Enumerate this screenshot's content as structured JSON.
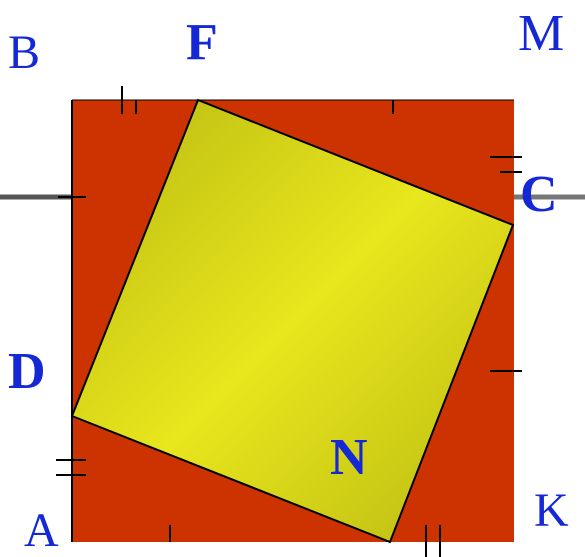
{
  "diagram": {
    "labels": {
      "B": "B",
      "F": "F",
      "M": "M",
      "C": "C",
      "D": "D",
      "N": "N",
      "A": "A",
      "K": "K"
    },
    "colors": {
      "outer_square": "#cc3300",
      "inner_square_light": "#e8e61c",
      "inner_square_dark": "#b8b812",
      "label": "#1428d6",
      "outline": "#000000",
      "line": "#555555",
      "background": "#ffffff"
    }
  }
}
